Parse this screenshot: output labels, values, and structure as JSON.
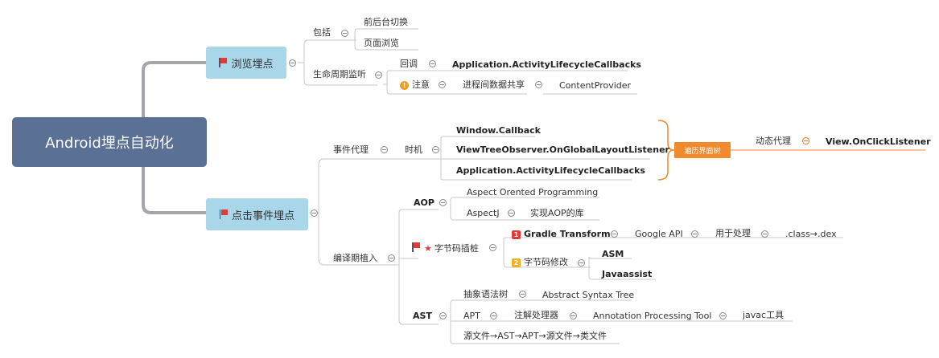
{
  "root": {
    "label": "Android埋点自动化"
  },
  "branches": {
    "browse": {
      "label": "浏览埋点",
      "include": {
        "label": "包括",
        "items": [
          "前后台切换",
          "页面浏览"
        ]
      },
      "lifecycle": {
        "label": "生命周期监听",
        "callback": {
          "label": "回调",
          "value": "Application.ActivityLifecycleCallbacks"
        },
        "note": {
          "label": "注意",
          "child": "进程间数据共享",
          "value": "ContentProvider"
        }
      }
    },
    "click": {
      "label": "点击事件埋点",
      "event_proxy": {
        "label": "事件代理",
        "timing": {
          "label": "时机",
          "items": [
            "Window.Callback",
            "ViewTreeObserver.OnGlobalLayoutListener",
            "Application.ActivityLifecycleCallbacks"
          ]
        },
        "summary": {
          "label": "遍历界面树",
          "child": "动态代理",
          "value": "View.OnClickListener"
        }
      },
      "compile": {
        "label": "编译期植入",
        "aop": {
          "label": "AOP",
          "full": "Aspect Orented Programming",
          "aspectj": "AspectJ",
          "aspectj_desc": "实现AOP的库"
        },
        "bytecode": {
          "label": "字节码插桩",
          "transform": {
            "badge": "1",
            "label": "Gradle Transform",
            "api": "Google API",
            "use": "用于处理",
            "target": ".class→.dex"
          },
          "modify": {
            "badge": "2",
            "label": "字节码修改",
            "tools": [
              "ASM",
              "Javaassist"
            ]
          }
        },
        "ast": {
          "label": "AST",
          "tree": {
            "label": "抽象语法树",
            "value": "Abstract Syntax Tree"
          },
          "apt": {
            "label": "APT",
            "proc": "注解处理器",
            "full": "Annotation Processing Tool",
            "tool": "javac工具"
          },
          "flow": "源文件→AST→APT→源文件→类文件"
        }
      }
    }
  },
  "colors": {
    "root": "#5b7095",
    "main": "#a9d6e8",
    "summary": "#f08a2c",
    "line": "#c8c8c8"
  }
}
